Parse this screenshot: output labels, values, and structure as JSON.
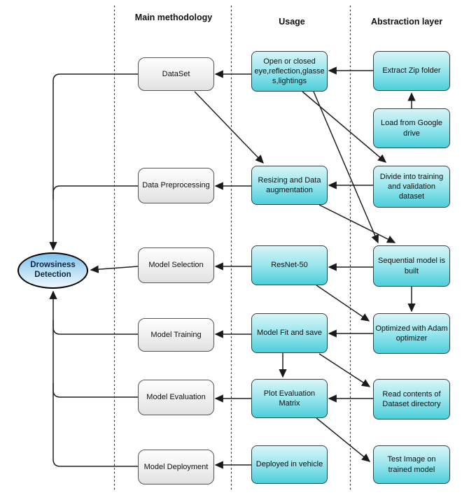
{
  "headers": {
    "methodology": "Main methodology",
    "usage": "Usage",
    "abstraction": "Abstraction layer"
  },
  "root": {
    "label": "Drowsiness Detection"
  },
  "nodes": {
    "dataset": "DataSet",
    "data_preprocessing": "Data Preprocessing",
    "model_selection": "Model Selection",
    "model_training": "Model Training",
    "model_evaluation": "Model Evaluation",
    "model_deployment": "Model Deployment",
    "open_closed": "Open or closed eye,reflection,glasses,lightings",
    "resizing": "Resizing and Data augmentation",
    "resnet50": "ResNet-50",
    "model_fit": "Model Fit and save",
    "plot_eval": "Plot Evaluation Matrix",
    "deployed": "Deployed in vehicle",
    "extract_zip": "Extract Zip folder",
    "load_google": "Load from Google drive",
    "divide": "Divide into training and validation dataset",
    "sequential": "Sequential model is built",
    "optimized": "Optimized with Adam optimizer",
    "read_contents": "Read contents of Dataset directory",
    "test_image": "Test Image on trained model"
  },
  "edges": [
    {
      "from": "Load from Google drive",
      "to": "Extract Zip folder"
    },
    {
      "from": "Extract Zip folder",
      "to": "Open or closed eye,reflection,glasses,lightings"
    },
    {
      "from": "Open or closed eye,reflection,glasses,lightings",
      "to": "DataSet"
    },
    {
      "from": "Open or closed eye,reflection,glasses,lightings",
      "to": "Divide into training and validation dataset"
    },
    {
      "from": "Open or closed eye,reflection,glasses,lightings",
      "to": "Sequential model is built"
    },
    {
      "from": "DataSet",
      "to": "Resizing and Data augmentation"
    },
    {
      "from": "Divide into training and validation dataset",
      "to": "Resizing and Data augmentation"
    },
    {
      "from": "Resizing and Data augmentation",
      "to": "Data Preprocessing"
    },
    {
      "from": "Resizing and Data augmentation",
      "to": "Sequential model is built"
    },
    {
      "from": "Sequential model is built",
      "to": "ResNet-50"
    },
    {
      "from": "Sequential model is built",
      "to": "Optimized with Adam optimizer"
    },
    {
      "from": "ResNet-50",
      "to": "Model Selection"
    },
    {
      "from": "ResNet-50",
      "to": "Optimized with Adam optimizer"
    },
    {
      "from": "Optimized with Adam optimizer",
      "to": "Model Fit and save"
    },
    {
      "from": "Model Fit and save",
      "to": "Model Training"
    },
    {
      "from": "Model Fit and save",
      "to": "Plot Evaluation Matrix"
    },
    {
      "from": "Model Fit and save",
      "to": "Read contents of Dataset directory"
    },
    {
      "from": "Read contents of Dataset directory",
      "to": "Plot Evaluation Matrix"
    },
    {
      "from": "Plot Evaluation Matrix",
      "to": "Model Evaluation"
    },
    {
      "from": "Plot Evaluation Matrix",
      "to": "Test Image on trained model"
    },
    {
      "from": "Deployed in vehicle",
      "to": "Model Deployment"
    },
    {
      "from": "DataSet",
      "to": "Drowsiness Detection"
    },
    {
      "from": "Data Preprocessing",
      "to": "Drowsiness Detection"
    },
    {
      "from": "Model Selection",
      "to": "Drowsiness Detection"
    },
    {
      "from": "Model Training",
      "to": "Drowsiness Detection"
    },
    {
      "from": "Model Evaluation",
      "to": "Drowsiness Detection"
    },
    {
      "from": "Model Deployment",
      "to": "Drowsiness Detection"
    }
  ],
  "colors": {
    "node_cyan_top": "#d7f5f7",
    "node_cyan_bottom": "#4ccfdb",
    "node_gray_top": "#fefefe",
    "node_gray_bottom": "#e1e1e1",
    "ellipse_top": "#7ec3ec",
    "ellipse_bottom": "#ebf7fd",
    "node_border": "#4a4a4a",
    "connector": "#1f1f1f",
    "text": "#101010"
  }
}
